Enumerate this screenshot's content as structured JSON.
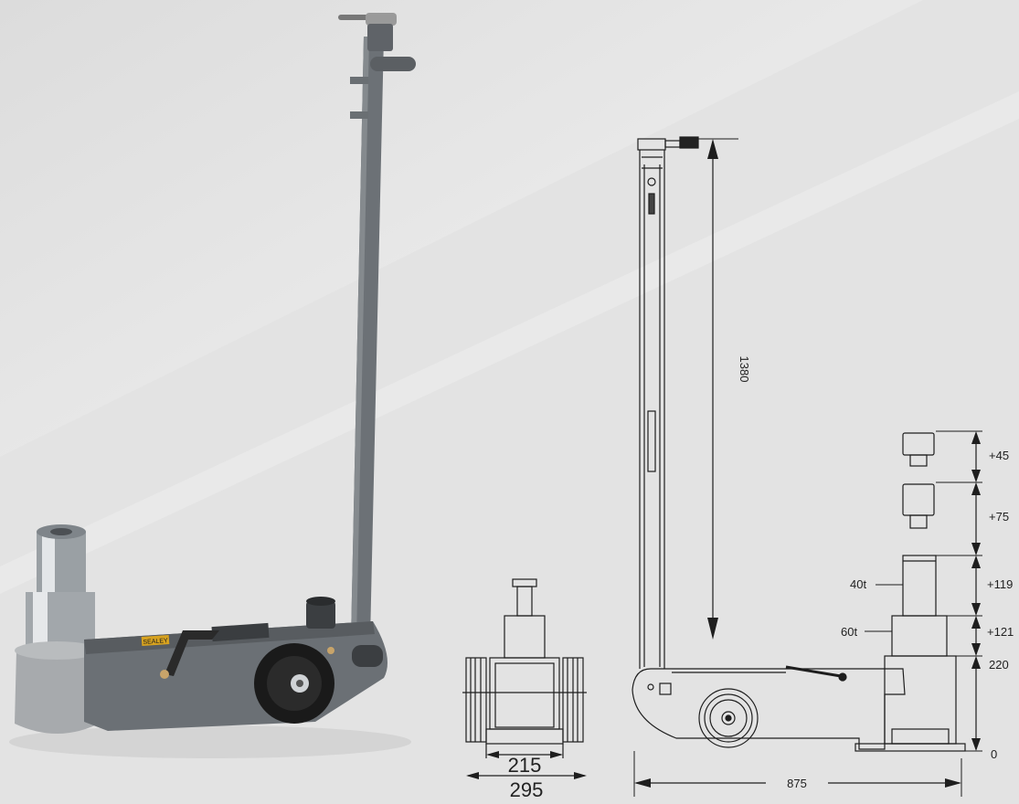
{
  "product_photo": {
    "brand_sticker": "SEALEY"
  },
  "front_view": {
    "track_width": "215",
    "overall_width": "295"
  },
  "side_view": {
    "handle_height": "1380",
    "length": "875",
    "heights": {
      "base": "0",
      "closed": "220",
      "stage1": "+121",
      "stage2": "+119",
      "ext1": "+75",
      "ext2": "+45"
    },
    "capacity": {
      "stage1": "60t",
      "stage2": "40t"
    }
  },
  "colors": {
    "jack_body": "#6e7378",
    "jack_dark": "#55595d",
    "base_light": "#a8abae",
    "wheel": "#1a1a1a",
    "line": "#1e1e1e"
  }
}
